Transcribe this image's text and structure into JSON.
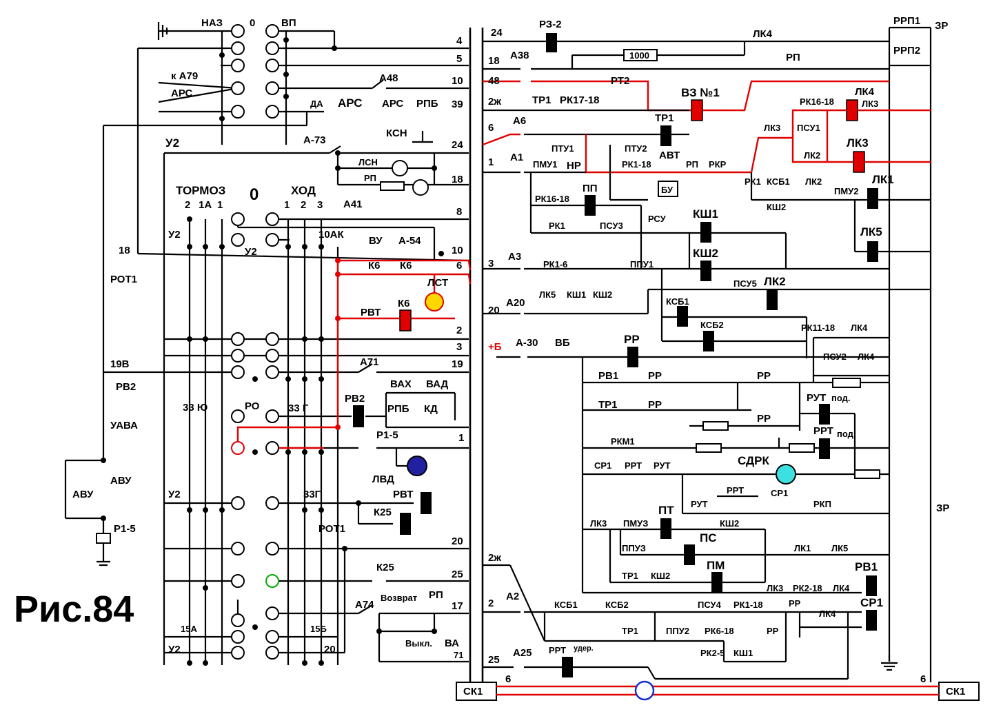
{
  "figure_title": "Рис.84",
  "controller": {
    "top_positions": [
      "НАЗ",
      "0",
      "ВП"
    ],
    "reverser_label": "0",
    "brake_label": "ТОРМОЗ",
    "brake_positions": [
      "2",
      "1А",
      "1"
    ],
    "run_label": "ХОД",
    "run_positions": [
      "1",
      "2",
      "3"
    ],
    "left_labels": [
      "к А79",
      "АРС",
      "АРС",
      "У2",
      "18",
      "У2",
      "РОТ1",
      "19В",
      "РВ2",
      "УАВА",
      "АВУ",
      "АВУ",
      "Р1-5",
      "33 Ю",
      "РО",
      "У2",
      "У2",
      "15А",
      "15Б",
      "20",
      "ДА",
      "33 Г",
      "33Г",
      "У2"
    ]
  },
  "wire_numbers": [
    "4",
    "5",
    "10",
    "39",
    "24",
    "18",
    "8",
    "10",
    "6",
    "2",
    "3",
    "19",
    "1",
    "20",
    "25",
    "17",
    "71",
    "10АК"
  ],
  "left_contacts": [
    "А48",
    "АРС",
    "АРС",
    "РПБ",
    "КСН",
    "ЛСН",
    "РП",
    "А-73",
    "А41",
    "ВУ",
    "А-54",
    "К6",
    "К6",
    "ЛСТ",
    "РВТ",
    "К6",
    "А71",
    "ВАХ",
    "ВАД",
    "РПБ",
    "КД",
    "РВ2",
    "Р1-5",
    "ЛВД",
    "РВТ",
    "К25",
    "РОТ1",
    "К25",
    "Возврат",
    "РП",
    "А74",
    "Выкл.",
    "ВА"
  ],
  "right_labels": [
    "24",
    "РЗ-2",
    "1000",
    "ЛК4",
    "РРП1",
    "ЗР",
    "18",
    "А38",
    "РП",
    "РРП2",
    "48",
    "РТ2",
    "ВЗ №1",
    "2ж",
    "ТР1",
    "РК17-18",
    "РК16-18",
    "ЛК4",
    "ЛК3",
    "6",
    "А6",
    "ТР1",
    "ЛК3",
    "ПСУ1",
    "ПТУ1",
    "ПТУ2",
    "АВТ",
    "ЛК2",
    "ЛК3",
    "1",
    "А1",
    "ПМУ1",
    "НР",
    "РК1-18",
    "РП",
    "РКР",
    "БУ",
    "РК1",
    "КСБ1",
    "ЛК2",
    "ПМУ2",
    "КШ2",
    "ЛК1",
    "РК16-18",
    "ПП",
    "РСУ",
    "КШ1",
    "РК1",
    "ПСУ3",
    "ЛК5",
    "КШ2",
    "3",
    "А3",
    "РК1-6",
    "ППУ1",
    "ПСУ5",
    "ЛК2",
    "20",
    "А20",
    "ЛК5",
    "КШ1",
    "КШ2",
    "КСБ1",
    "КСБ2",
    "РК11-18",
    "ЛК4",
    "+Б",
    "А-30",
    "ВБ",
    "РР",
    "ПСУ2",
    "ЛК4",
    "РВ1",
    "РР",
    "РР",
    "ТР1",
    "РР",
    "РР",
    "РУТ",
    "под.",
    "РРТ",
    "под",
    "РКМ1",
    "СР1",
    "РРТ",
    "РУТ",
    "СДРК",
    "РРТ",
    "СР1",
    "РУТ",
    "РКП",
    "ЛК3",
    "ПМУЗ",
    "ПТ",
    "КШ2",
    "ППУЗ",
    "ПС",
    "ТР1",
    "КШ2",
    "ПМ",
    "ЛК1",
    "ЛК5",
    "РВ1",
    "2ж",
    "2",
    "А2",
    "КСБ1",
    "КСБ2",
    "ПСУ4",
    "РК1-18",
    "ЛК3",
    "РК2-18",
    "ЛК4",
    "РР",
    "ЛК4",
    "СР1",
    "ТР1",
    "ППУ2",
    "РК6-18",
    "РР",
    "РК2-5",
    "КШ1",
    "25",
    "А25",
    "РРТ",
    "удер.",
    "СК1",
    "6",
    "6",
    "СК1",
    "ЗР"
  ]
}
